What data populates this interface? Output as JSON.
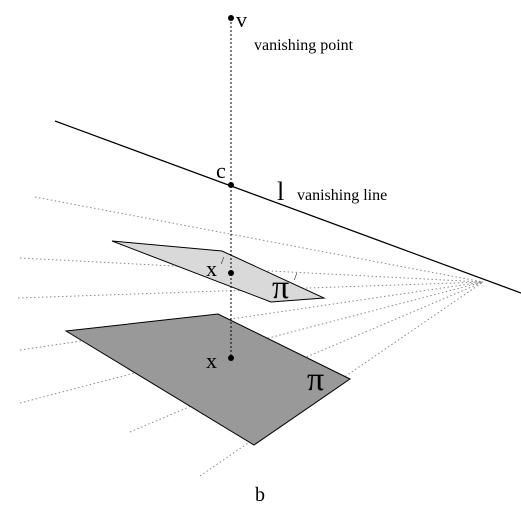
{
  "diagram": {
    "labels": {
      "vanishing_point_letter": "v",
      "vanishing_point_text": "vanishing point",
      "c_letter": "c",
      "line_letter": "l",
      "vanishing_line_text": "vanishing line",
      "x_prime_letter": "x",
      "x_prime_mark": "/",
      "x_letter": "x",
      "pi_prime_letter": "π",
      "pi_prime_mark": "/",
      "pi_letter": "π",
      "caption": "b"
    },
    "colors": {
      "background": "#ffffff",
      "ink": "#000000",
      "upper_plane_fill": "#d9d9d9",
      "lower_plane_fill": "#999999",
      "grid_lines": "#8a8a8a"
    }
  }
}
